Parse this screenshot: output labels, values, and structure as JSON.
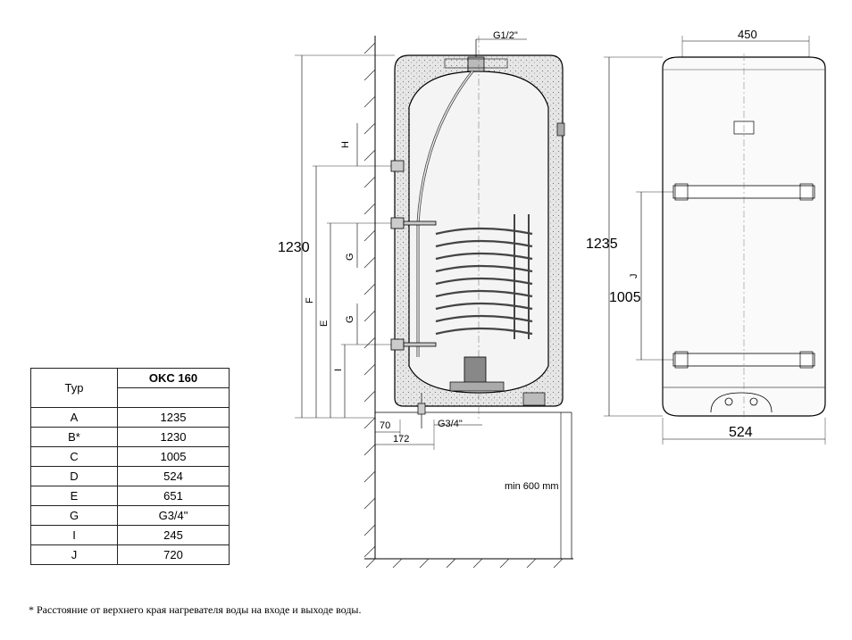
{
  "diagram": {
    "top_fitting": "G1/2\"",
    "bottom_fitting": "G3/4\"",
    "width_top": "450",
    "height_left": "1230",
    "height_right": "1235",
    "spacing_right": "1005",
    "width_bottom": "524",
    "offset_70": "70",
    "offset_172": "172",
    "min_clearance": "min 600 mm",
    "letter_h": "H",
    "letter_g1": "G",
    "letter_g2": "G",
    "letter_f": "F",
    "letter_e": "E",
    "letter_i": "I",
    "letter_j": "J"
  },
  "table": {
    "header_type": "Typ",
    "header_model": "OKC 160",
    "rows": [
      {
        "key": "A",
        "value": "1235"
      },
      {
        "key": "B*",
        "value": "1230"
      },
      {
        "key": "C",
        "value": "1005"
      },
      {
        "key": "D",
        "value": "524"
      },
      {
        "key": "E",
        "value": "651"
      },
      {
        "key": "G",
        "value": "G3/4\""
      },
      {
        "key": "I",
        "value": "245"
      },
      {
        "key": "J",
        "value": "720"
      }
    ]
  },
  "footnote": "*  Расстояние от верхнего края нагревателя воды на входе и выходе  воды."
}
